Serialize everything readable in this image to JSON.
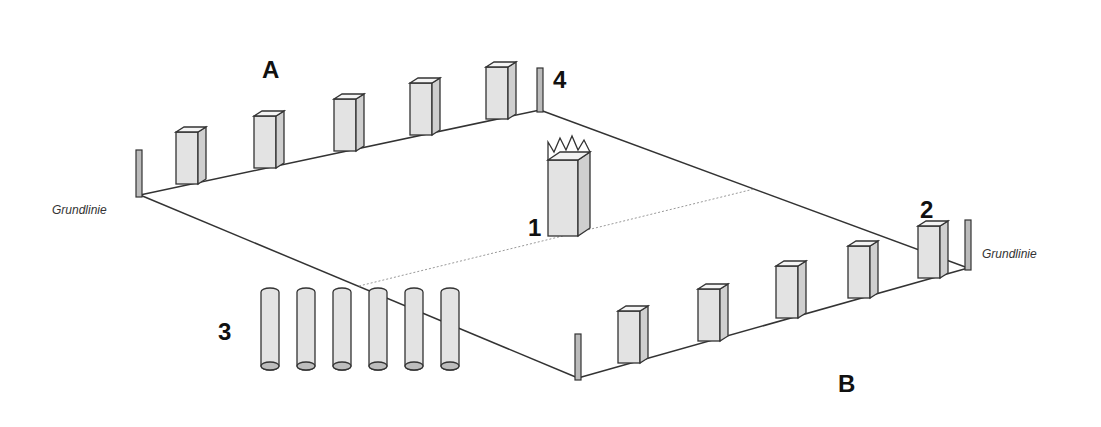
{
  "diagram": {
    "labels": [
      "A",
      "Grundlinie",
      "4",
      "1",
      "2",
      "Grundlinie",
      "3",
      "B"
    ]
  }
}
